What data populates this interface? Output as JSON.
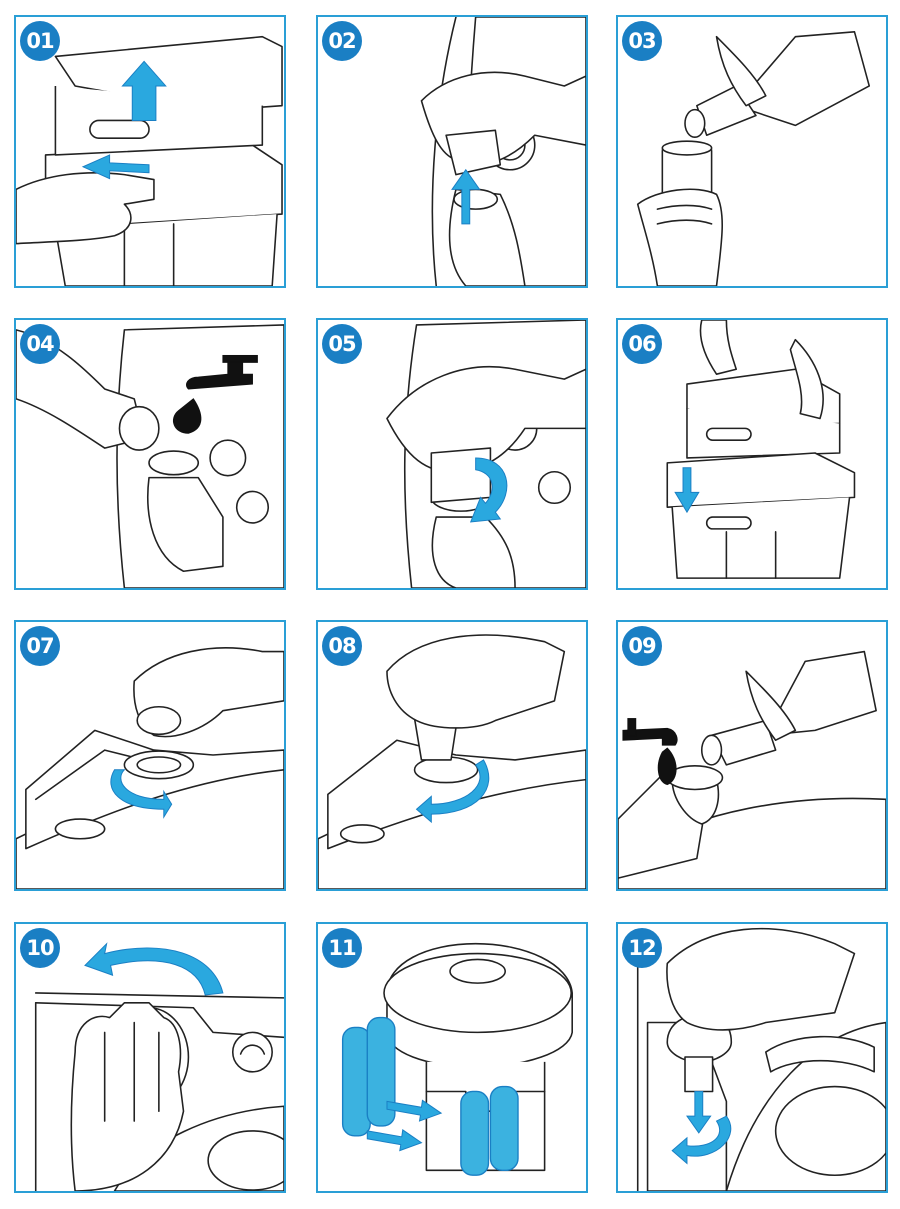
{
  "steps": [
    {
      "number": "01"
    },
    {
      "number": "02"
    },
    {
      "number": "03"
    },
    {
      "number": "04"
    },
    {
      "number": "05"
    },
    {
      "number": "06"
    },
    {
      "number": "07"
    },
    {
      "number": "08"
    },
    {
      "number": "09"
    },
    {
      "number": "10"
    },
    {
      "number": "11"
    },
    {
      "number": "12"
    }
  ],
  "colors": {
    "frame": "#2a9fd6",
    "badge": "#1a7fc4",
    "arrow": "#2aa8df",
    "water": "#111111"
  }
}
